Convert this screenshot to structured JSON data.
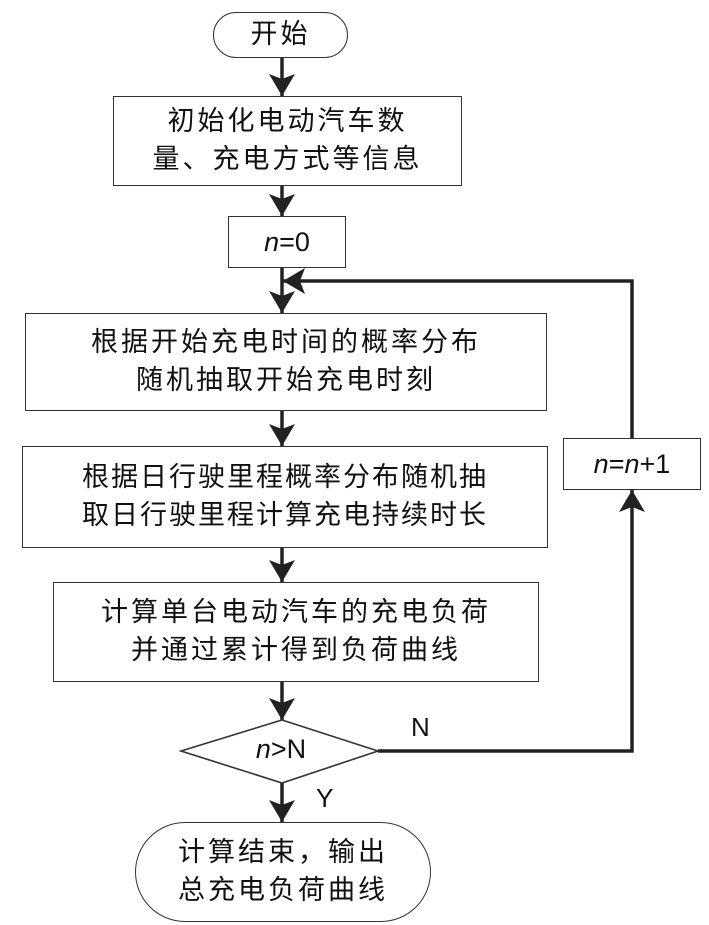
{
  "flowchart": {
    "start": {
      "text": "开始"
    },
    "init": {
      "lines": [
        "初始化电动汽车数",
        "量、充电方式等信息"
      ]
    },
    "init_counter": {
      "var": "n",
      "rest": "=0"
    },
    "step_start_time": {
      "lines": [
        "根据开始充电时间的概率分布",
        "随机抽取开始充电时刻"
      ]
    },
    "step_mileage": {
      "lines": [
        "根据日行驶里程概率分布随机抽",
        "取日行驶里程计算充电持续时长"
      ]
    },
    "step_load": {
      "lines": [
        "计算单台电动汽车的充电负荷",
        "并通过累计得到负荷曲线"
      ]
    },
    "decision": {
      "var": "n",
      "rest": ">N"
    },
    "increment": {
      "var1": "n",
      "eq": "=",
      "var2": "n",
      "rest": "+1"
    },
    "branch_no_label": "N",
    "branch_yes_label": "Y",
    "end": {
      "lines": [
        "计算结束，输出",
        "总充电负荷曲线"
      ]
    }
  }
}
